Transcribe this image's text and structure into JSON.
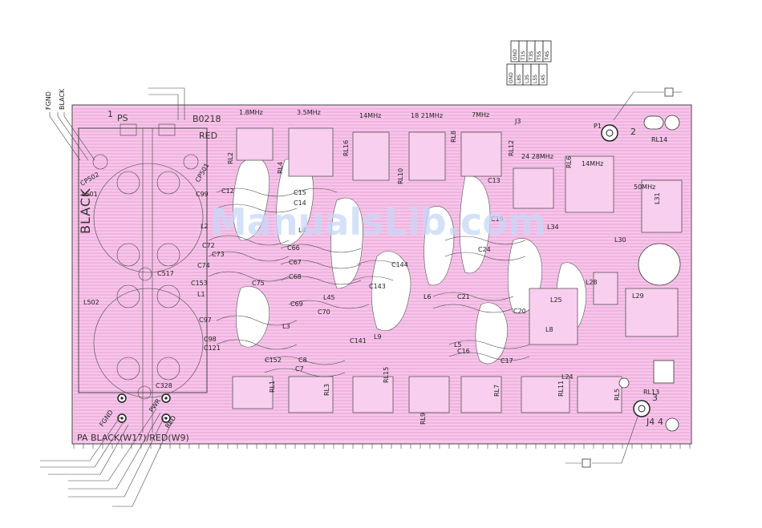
{
  "watermark": "ManualsLib.com",
  "board": {
    "section_label": "PS",
    "board_code": "B0218",
    "wire_red": "RED",
    "wire_black_side": "BLACK",
    "bottom_label": "PA BLACK(W17)/RED(W9)",
    "index_1": "1",
    "index_2": "2",
    "index_3": "3",
    "index_4": "4"
  },
  "bands": [
    "1.8MHz",
    "3.5MHz",
    "14MHz",
    "18 21MHz",
    "7MHz",
    "24 28MHz",
    "14MHz",
    "50MHz"
  ],
  "wires_left": [
    "FGND",
    "BLACK"
  ],
  "bottom_pads": [
    "FGND",
    "PWR",
    "RED"
  ],
  "connector_table": {
    "top_row": [
      "GND",
      "T1S",
      "T3S",
      "T5S",
      "T4S"
    ],
    "bottom_row": [
      "GND",
      "L8S",
      "L3S",
      "L5S",
      "L4S"
    ]
  },
  "components": {
    "relays": [
      "RL2",
      "RL4",
      "RL16",
      "RL10",
      "RL8",
      "RL12",
      "RL6",
      "RL14",
      "RL1",
      "RL3",
      "RL15",
      "RL9",
      "RL7",
      "RL11",
      "RL5",
      "RL13"
    ],
    "caps": [
      "C15",
      "C14",
      "C12",
      "C66",
      "C67",
      "C68",
      "C69",
      "C70",
      "C144",
      "C143",
      "C141",
      "C152",
      "C8",
      "C7",
      "C21",
      "C20",
      "C16",
      "C17",
      "C24",
      "C72",
      "C73",
      "C74",
      "C75",
      "C153",
      "C97",
      "C98",
      "C121",
      "C99",
      "C517",
      "C328",
      "C13",
      "C19"
    ],
    "inductors": [
      "L501",
      "L502",
      "L2",
      "L1",
      "L3",
      "L4",
      "L45",
      "L6",
      "L9",
      "L25",
      "L8",
      "L24",
      "L28",
      "L29",
      "L30",
      "L31",
      "L5",
      "L34"
    ],
    "misc": [
      "CP502",
      "CP501",
      "J3",
      "J4",
      "P1"
    ]
  }
}
